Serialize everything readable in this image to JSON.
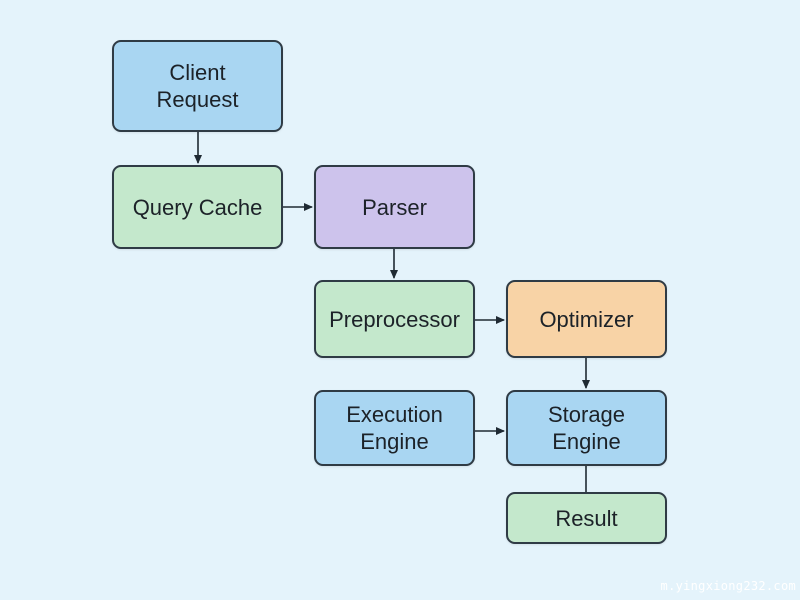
{
  "nodes": {
    "client_request": {
      "label": "Client\nRequest",
      "color": "#a9d6f2"
    },
    "query_cache": {
      "label": "Query Cache",
      "color": "#c4e8cc"
    },
    "parser": {
      "label": "Parser",
      "color": "#cdc3ec"
    },
    "preprocessor": {
      "label": "Preprocessor",
      "color": "#c4e8cc"
    },
    "optimizer": {
      "label": "Optimizer",
      "color": "#f8d3a6"
    },
    "execution_engine": {
      "label": "Execution\nEngine",
      "color": "#a9d6f2"
    },
    "storage_engine": {
      "label": "Storage\nEngine",
      "color": "#a9d6f2"
    },
    "result": {
      "label": "Result",
      "color": "#c4e8cc"
    }
  },
  "edges": [
    {
      "from": "client_request",
      "to": "query_cache"
    },
    {
      "from": "query_cache",
      "to": "parser"
    },
    {
      "from": "parser",
      "to": "preprocessor"
    },
    {
      "from": "preprocessor",
      "to": "optimizer"
    },
    {
      "from": "optimizer",
      "to": "storage_engine"
    },
    {
      "from": "execution_engine",
      "to": "storage_engine"
    },
    {
      "from": "storage_engine",
      "to": "result"
    }
  ],
  "watermark": "m.yingxiong232.com",
  "colors": {
    "background": "#e4f3fb",
    "stroke": "#2f3b45"
  }
}
